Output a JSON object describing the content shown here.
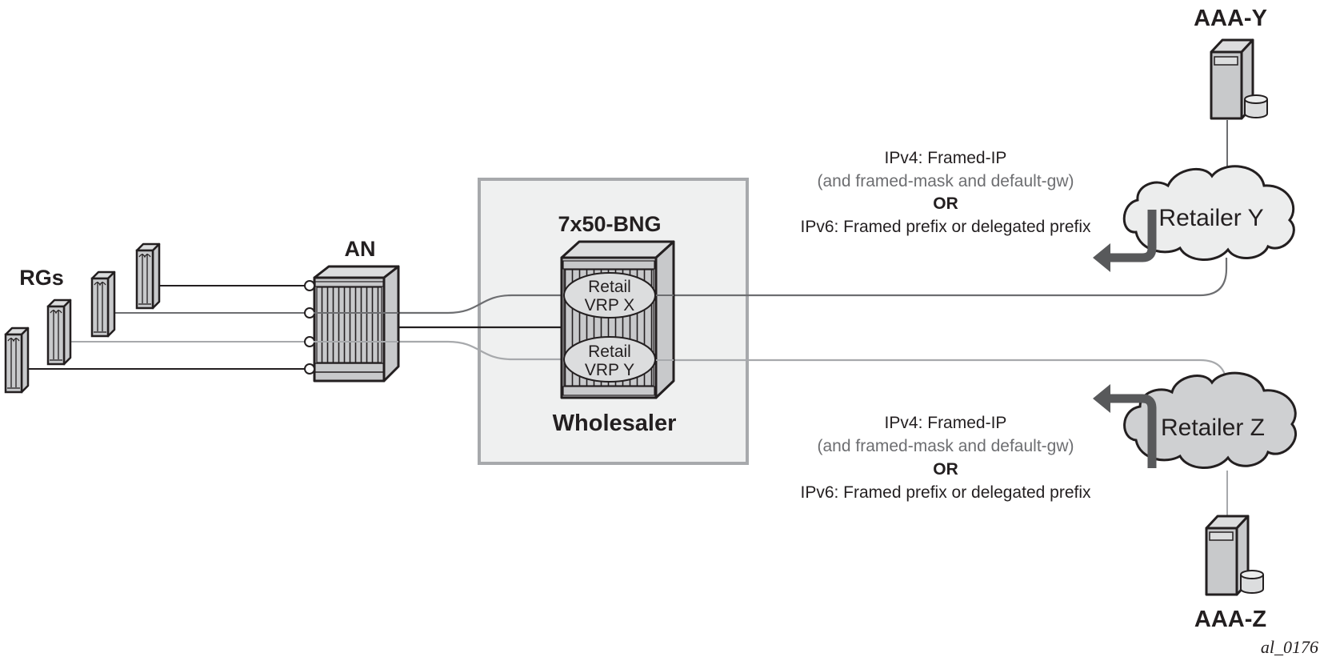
{
  "title": "Wholesale-retail BNG address assignment via retailer AAA",
  "nodes": {
    "rgs": {
      "label": "RGs",
      "count": 4
    },
    "an": {
      "label": "AN"
    },
    "bng": {
      "label": "7x50-BNG",
      "container_label": "Wholesaler"
    },
    "vrp_x": {
      "line1": "Retail",
      "line2": "VRP X"
    },
    "vrp_y": {
      "line1": "Retail",
      "line2": "VRP Y"
    },
    "retailer_y": {
      "label": "Retailer Y"
    },
    "retailer_z": {
      "label": "Retailer Z"
    },
    "aaa_y": {
      "label": "AAA-Y"
    },
    "aaa_z": {
      "label": "AAA-Z"
    }
  },
  "annotations": {
    "retailer_y": {
      "line1": "IPv4: Framed-IP",
      "line2": "(and framed-mask and default-gw)",
      "line3": "OR",
      "line4": "IPv6: Framed prefix or delegated prefix"
    },
    "retailer_z": {
      "line1": "IPv4: Framed-IP",
      "line2": "(and framed-mask and default-gw)",
      "line3": "OR",
      "line4": "IPv6: Framed prefix or delegated prefix"
    }
  },
  "figure_id": "al_0176",
  "colors": {
    "outline": "#231f20",
    "device_fill": "#c8c9cb",
    "device_light": "#dcddde",
    "container_fill": "#eff0f0",
    "container_stroke": "#a7a9ac",
    "cloud_y_fill": "#eceded",
    "cloud_z_fill": "#cfd0d2",
    "arrow": "#58595b",
    "line_dark": "#231f20",
    "line_mid": "#6d6e71",
    "line_light": "#a7a9ac"
  }
}
